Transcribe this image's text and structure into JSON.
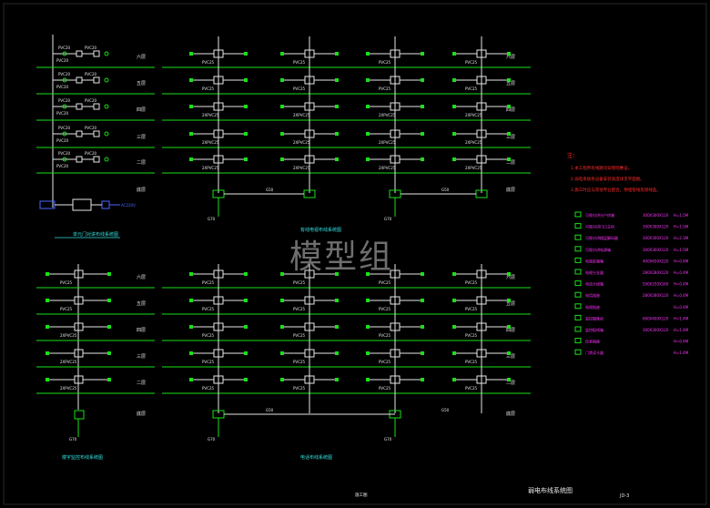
{
  "watermark": "模型组",
  "colors": {
    "green": "#19e019",
    "white": "#e6e6e6",
    "red": "#ff2a2a",
    "magenta": "#ff33ff",
    "yellow": "#f0e020",
    "blue": "#4a66ff",
    "cyan": "#35e0e0"
  },
  "floors": [
    "六层",
    "五层",
    "四层",
    "三层",
    "二层",
    "底层"
  ],
  "cables": {
    "pvc20": "PVC20",
    "pvc25": "PVC25",
    "pvc25x2": "2XPVC25",
    "g70": "G70",
    "g50": "G50",
    "ac220": "AC220V"
  },
  "diagrams": {
    "intercom": "单元门对讲布线系统图",
    "cable_tv": "有线电视布线系统图",
    "telephone": "电话布线系统图",
    "security": "楼宇监控布线系统图"
  },
  "notes": {
    "heading": "注：",
    "items": [
      "1.本工程所有线路均穿管暗敷设。",
      "2.弱电系统各设备安装高度详见平面图。",
      "3.施工时应与其他专业配合，预埋管线及接线盒。"
    ]
  },
  "legend": [
    {
      "name": "可视对讲分户终端",
      "spec": "300X300X120",
      "height": "H=1.5M"
    },
    {
      "name": "可视对讲门口主机",
      "spec": "300X300X120",
      "height": "H=1.5M"
    },
    {
      "name": "可视对讲楼层解码器",
      "spec": "300X300X120",
      "height": "H=2.3M"
    },
    {
      "name": "可视对讲电源箱",
      "spec": "300X300X120",
      "height": "H=1.5M"
    },
    {
      "name": "电视前端箱",
      "spec": "400X650X220",
      "height": "H=0.4M"
    },
    {
      "name": "电视分支器",
      "spec": "280X280X120",
      "height": "H=0.4M"
    },
    {
      "name": "电话分线箱",
      "spec": "500X250X160",
      "height": "H=0.4M"
    },
    {
      "name": "电话插座",
      "spec": "280X280X120",
      "height": "H=0.4M"
    },
    {
      "name": "电视插座",
      "spec": "",
      "height": "H=0.4M"
    },
    {
      "name": "监控摄像机",
      "spec": "600X400X120",
      "height": "H=1.4M"
    },
    {
      "name": "监控配线箱",
      "spec": "300X300X120",
      "height": "H=1.4M"
    },
    {
      "name": "信息插座",
      "spec": "",
      "height": "H=0.4M"
    },
    {
      "name": "门禁读卡器",
      "spec": "",
      "height": "H=1.4M"
    }
  ],
  "title_block": {
    "sheet_title": "弱电布线系统图",
    "stage": "施工图",
    "sheet_no": "JD-3"
  }
}
